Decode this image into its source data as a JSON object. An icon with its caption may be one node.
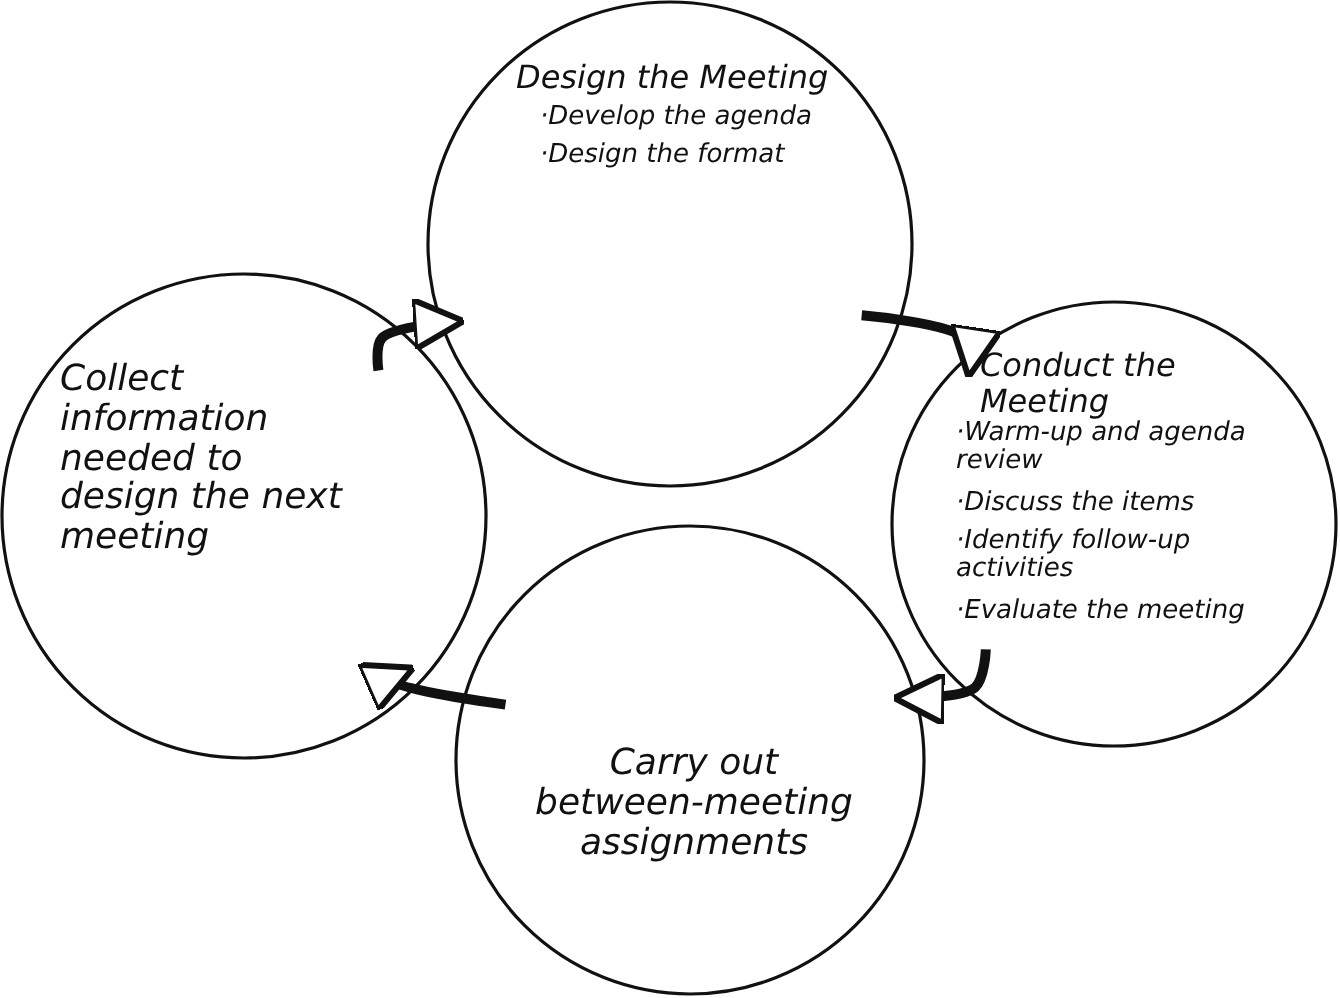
{
  "diagram": {
    "nodes": [
      {
        "text": [
          "Design the Meeting",
          "·Develop the agenda",
          "·Design the format"
        ]
      },
      {
        "text": [
          "Collect information needed to design the next meeting"
        ]
      },
      {
        "text": [
          "Conduct the Meeting",
          "·Warm-up and agenda review",
          "·Discuss the items",
          "·Identify follow-up activities",
          "·Evaluate the meeting"
        ]
      },
      {
        "text": [
          "Carry out between-meeting assignments"
        ]
      }
    ],
    "edges": [
      {
        "from": 1,
        "to": 0,
        "arrow": "to"
      },
      {
        "from": 0,
        "to": 2,
        "arrow": "to"
      },
      {
        "from": 2,
        "to": 3,
        "arrow": "to"
      },
      {
        "from": 3,
        "to": 1,
        "arrow": "to"
      }
    ]
  }
}
